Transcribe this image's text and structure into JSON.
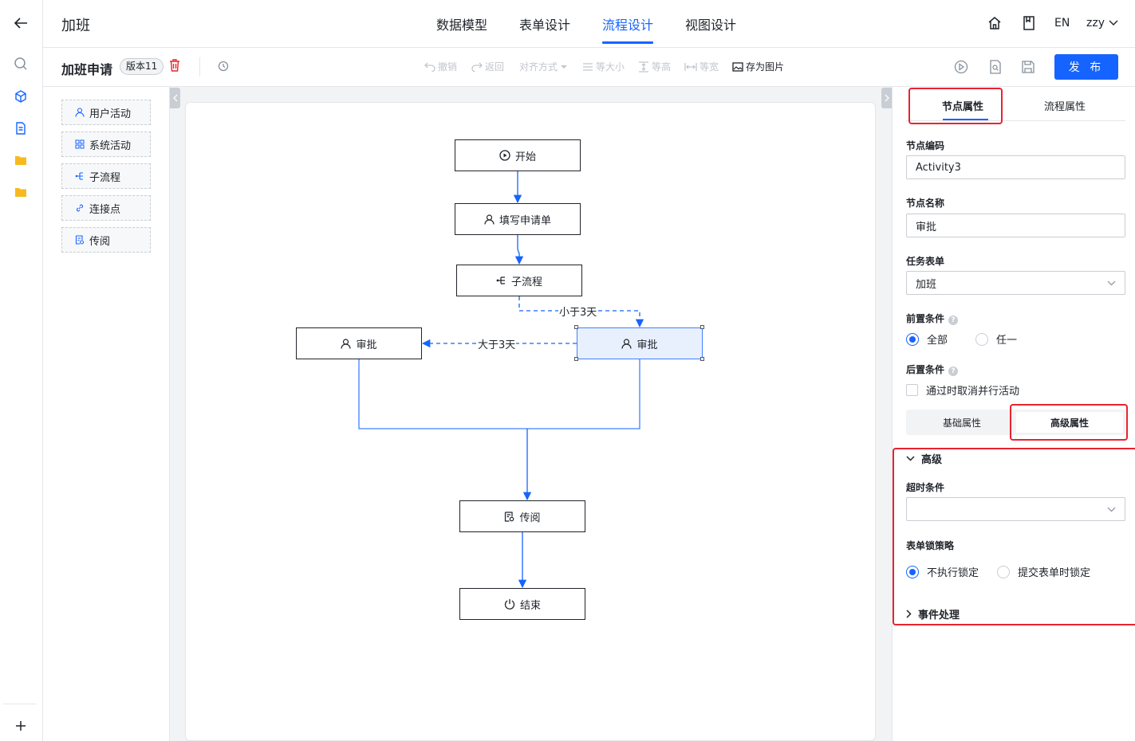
{
  "header": {
    "title": "加班",
    "tabs": [
      {
        "label": "数据模型"
      },
      {
        "label": "表单设计"
      },
      {
        "label": "流程设计"
      },
      {
        "label": "视图设计"
      }
    ],
    "lang": "EN",
    "user": "zzy"
  },
  "toolbar": {
    "process_title": "加班申请",
    "version": "版本11",
    "undo": "撤销",
    "redo": "返回",
    "align": "对齐方式",
    "same_size": "等大小",
    "same_height": "等高",
    "same_width": "等宽",
    "save_image": "存为图片",
    "publish": "发 布"
  },
  "palette": [
    {
      "label": "用户活动",
      "icon": "user-icon"
    },
    {
      "label": "系统活动",
      "icon": "grid-icon"
    },
    {
      "label": "子流程",
      "icon": "subprocess-icon"
    },
    {
      "label": "连接点",
      "icon": "link-icon"
    },
    {
      "label": "传阅",
      "icon": "circulate-icon"
    }
  ],
  "diagram": {
    "nodes": {
      "start": "开始",
      "fill_form": "填写申请单",
      "subprocess": "子流程",
      "approve_left": "审批",
      "approve_right": "审批",
      "circulate": "传阅",
      "end": "结束"
    },
    "edges": {
      "less_than": "小于3天",
      "greater_than": "大于3天"
    }
  },
  "properties": {
    "tabs": {
      "node": "节点属性",
      "process": "流程属性"
    },
    "node_code": {
      "label": "节点编码",
      "value": "Activity3"
    },
    "node_name": {
      "label": "节点名称",
      "value": "审批"
    },
    "task_form": {
      "label": "任务表单",
      "value": "加班"
    },
    "pre_condition": {
      "label": "前置条件",
      "options": [
        "全部",
        "任一"
      ],
      "selected": "全部"
    },
    "post_condition": {
      "label": "后置条件",
      "checkbox": "通过时取消并行活动"
    },
    "segments": {
      "basic": "基础属性",
      "advanced": "高级属性"
    },
    "advanced": {
      "section": "高级",
      "timeout": {
        "label": "超时条件",
        "value": ""
      },
      "lock_strategy": {
        "label": "表单锁策略",
        "options": [
          "不执行锁定",
          "提交表单时锁定"
        ],
        "selected": "不执行锁定"
      },
      "events": "事件处理"
    }
  },
  "colors": {
    "accent": "#1664ff",
    "highlight": "#e8242d",
    "selected_node": "#e8f0fe"
  }
}
